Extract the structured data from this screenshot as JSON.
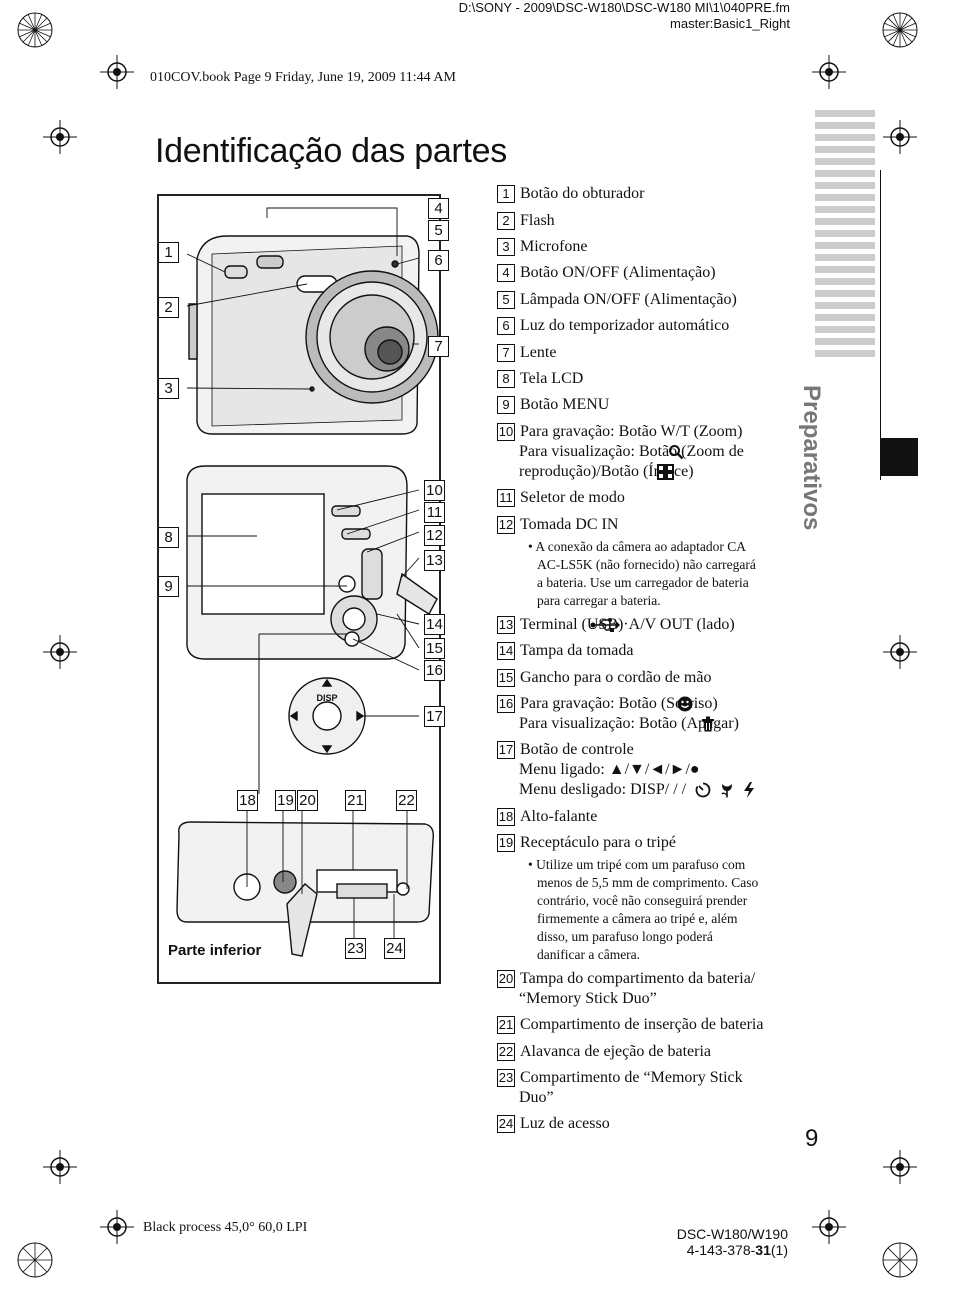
{
  "header": {
    "path": "D:\\SONY - 2009\\DSC-W180\\DSC-W180 MI\\1\\040PRE.fm",
    "master": "master:Basic1_Right",
    "book_line": "010COV.book  Page 9  Friday, June 19, 2009  11:44 AM"
  },
  "title": "Identificação das partes",
  "section_label": "Preparativos",
  "page_number": "9",
  "figure": {
    "bottom_label": "Parte inferior",
    "disp_label": "DISP",
    "callouts": [
      "1",
      "2",
      "3",
      "4",
      "5",
      "6",
      "7",
      "8",
      "9",
      "10",
      "11",
      "12",
      "13",
      "14",
      "15",
      "16",
      "17",
      "18",
      "19",
      "20",
      "21",
      "22",
      "23",
      "24"
    ]
  },
  "items": [
    {
      "n": "1",
      "lines": [
        "Botão do obturador"
      ]
    },
    {
      "n": "2",
      "lines": [
        "Flash"
      ]
    },
    {
      "n": "3",
      "lines": [
        "Microfone"
      ]
    },
    {
      "n": "4",
      "lines": [
        "Botão ON/OFF (Alimentação)"
      ]
    },
    {
      "n": "5",
      "lines": [
        "Lâmpada ON/OFF (Alimentação)"
      ]
    },
    {
      "n": "6",
      "lines": [
        "Luz do temporizador automático"
      ]
    },
    {
      "n": "7",
      "lines": [
        "Lente"
      ]
    },
    {
      "n": "8",
      "lines": [
        "Tela LCD"
      ]
    },
    {
      "n": "9",
      "lines": [
        "Botão MENU"
      ]
    },
    {
      "n": "10",
      "lines": [
        "Para gravação: Botão W/T (Zoom)",
        "Para visualização: Botão  (Zoom de",
        "reprodução)/Botão  (Índice)"
      ]
    },
    {
      "n": "11",
      "lines": [
        "Seletor de modo"
      ]
    },
    {
      "n": "12",
      "lines": [
        "Tomada DC IN"
      ]
    },
    {
      "n": "13",
      "lines": [
        "Terminal  (USB)·A/V OUT (lado)"
      ]
    },
    {
      "n": "14",
      "lines": [
        "Tampa da tomada"
      ]
    },
    {
      "n": "15",
      "lines": [
        "Gancho para o cordão de mão"
      ]
    },
    {
      "n": "16",
      "lines": [
        "Para gravação: Botão  (Sorriso)",
        "Para visualização: Botão  (Apagar)"
      ]
    },
    {
      "n": "17",
      "lines": [
        "Botão de controle",
        "Menu ligado: ▲/▼/◄/►/●",
        "Menu desligado: DISP/ / / "
      ]
    },
    {
      "n": "18",
      "lines": [
        "Alto-falante"
      ]
    },
    {
      "n": "19",
      "lines": [
        "Receptáculo para o tripé"
      ]
    },
    {
      "n": "20",
      "lines": [
        "Tampa do compartimento da bateria/",
        "“Memory Stick Duo”"
      ]
    },
    {
      "n": "21",
      "lines": [
        "Compartimento de inserção de bateria"
      ]
    },
    {
      "n": "22",
      "lines": [
        "Alavanca de ejeção de bateria"
      ]
    },
    {
      "n": "23",
      "lines": [
        "Compartimento de “Memory Stick",
        "Duo”"
      ]
    },
    {
      "n": "24",
      "lines": [
        "Luz de acesso"
      ]
    }
  ],
  "notes": {
    "n12": [
      "• A conexão da câmera ao adaptador CA",
      "AC-LS5K (não fornecido) não carregará",
      "a bateria. Use um carregador de bateria",
      "para carregar a bateria."
    ],
    "n19": [
      "• Utilize um tripé com um parafuso com",
      "menos de 5,5 mm de comprimento. Caso",
      "contrário, você não conseguirá prender",
      "firmemente a câmera ao tripé e, além",
      "disso, um parafuso longo poderá",
      "danificar a câmera."
    ]
  },
  "footer": {
    "left": "Black process 45,0° 60,0 LPI",
    "model": "DSC-W180/W190",
    "code_pre": "4-143-378-",
    "code_bold": "31",
    "code_post": "(1)"
  }
}
